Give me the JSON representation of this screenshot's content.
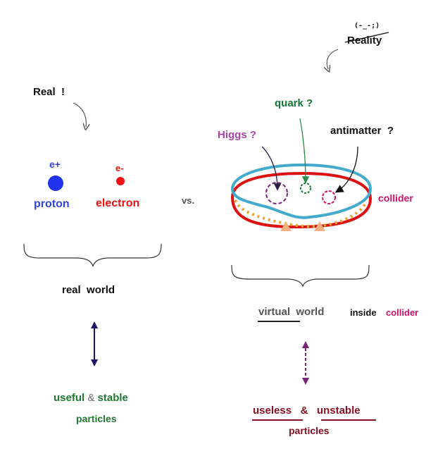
{
  "top_right": {
    "face": "(-_-;)",
    "reality": "Reality"
  },
  "left": {
    "real_label": "Real",
    "real_mark": "!",
    "positron_label": "e+",
    "electron_charge": "e-",
    "proton_label": "proton",
    "electron_label": "electron",
    "world_real": "real",
    "world_word": "world",
    "useful": "useful",
    "amp": "&",
    "stable": "stable",
    "particles": "particles"
  },
  "middle": {
    "vs": "vs."
  },
  "right": {
    "quark": "quark",
    "quark_q": "?",
    "higgs": "Higgs",
    "higgs_q": "?",
    "antimatter": "antimatter",
    "antimatter_q": "?",
    "collider": "collider",
    "virtual": "virtual",
    "world": "world",
    "inside": "inside",
    "collider2": "collider",
    "useless": "useless",
    "amp": "&",
    "unstable": "unstable",
    "particles": "particles"
  },
  "colors": {
    "proton_blue": "#3344dd",
    "electron_red": "#ee1111",
    "higgs_purple": "#aa44aa",
    "quark_green": "#117733",
    "collider_pink": "#cc1166",
    "ring_blue": "#44aacc",
    "ring_red": "#dd1111",
    "dark_red": "#881122",
    "arrow_navy": "#221166",
    "arrow_purple": "#772277"
  }
}
